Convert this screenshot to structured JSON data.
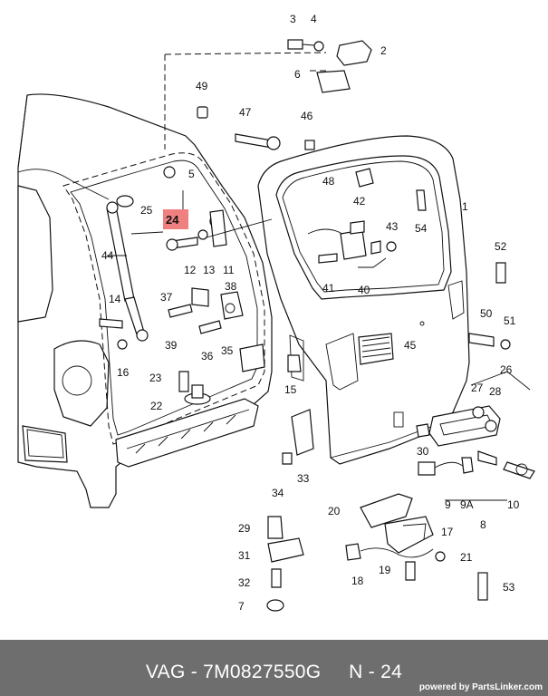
{
  "footer": {
    "title": "VAG - 7M0827550G     N - 24",
    "credit": "powered by PartsLinker.com"
  },
  "highlight": {
    "label": "24",
    "color": "#f08080"
  },
  "callouts": {
    "c1": "1",
    "c2": "2",
    "c3": "3",
    "c4": "4",
    "c5": "5",
    "c6": "6",
    "c7": "7",
    "c8": "8",
    "c9": "9",
    "c9a": "9A",
    "c10": "10",
    "c11": "11",
    "c12": "12",
    "c13": "13",
    "c14": "14",
    "c15": "15",
    "c16": "16",
    "c17": "17",
    "c18": "18",
    "c19": "19",
    "c20": "20",
    "c21": "21",
    "c22": "22",
    "c23": "23",
    "c25": "25",
    "c26": "26",
    "c27": "27",
    "c28": "28",
    "c29": "29",
    "c30": "30",
    "c31": "31",
    "c32": "32",
    "c33": "33",
    "c34": "34",
    "c35": "35",
    "c36": "36",
    "c37": "37",
    "c38": "38",
    "c39": "39",
    "c40": "40",
    "c41": "41",
    "c42": "42",
    "c43": "43",
    "c44": "44",
    "c45": "45",
    "c46": "46",
    "c47": "47",
    "c48": "48",
    "c49": "49",
    "c50": "50",
    "c51": "51",
    "c52": "52",
    "c53": "53",
    "c54": "54"
  }
}
